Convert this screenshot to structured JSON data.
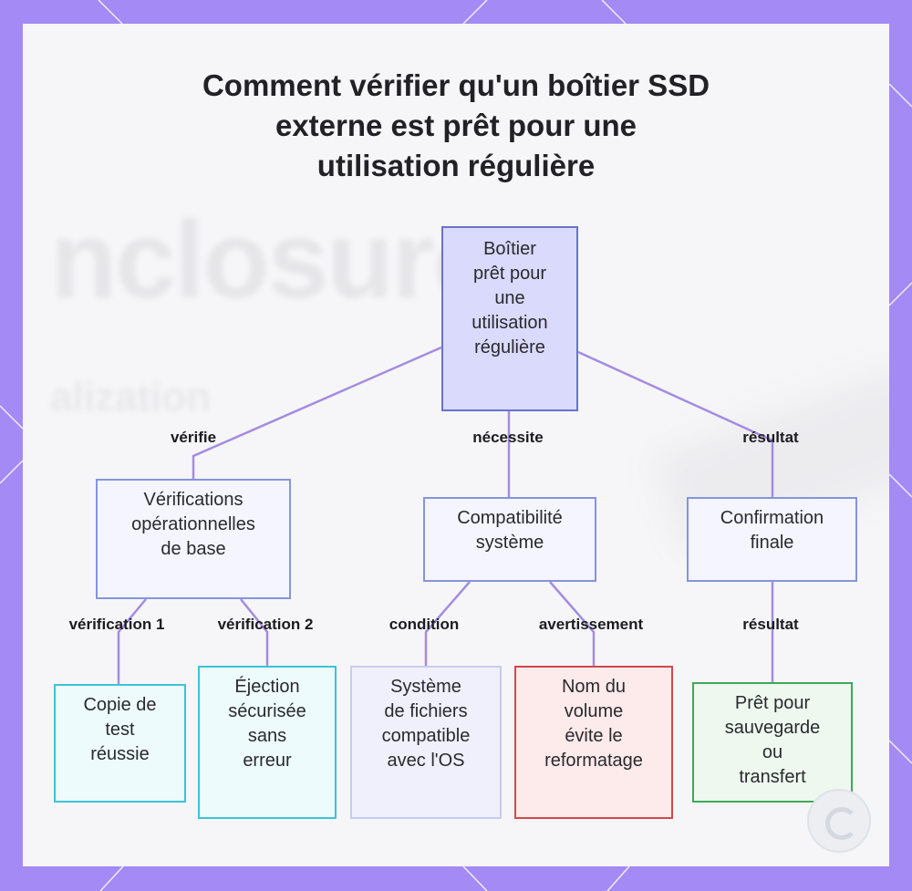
{
  "title": {
    "line1": "Comment vérifier qu'un boîtier SSD",
    "line2": "externe est prêt pour une",
    "line3": "utilisation régulière"
  },
  "background": {
    "word": "nclosure",
    "word2": "alization"
  },
  "nodes": {
    "root": {
      "lines": [
        "Boîtier",
        "prêt pour",
        "une",
        "utilisation",
        "régulière"
      ]
    },
    "verif_base": {
      "lines": [
        "Vérifications",
        "opérationnelles",
        "de base"
      ]
    },
    "compat": {
      "lines": [
        "Compatibilité",
        "système"
      ]
    },
    "confirm": {
      "lines": [
        "Confirmation",
        "finale"
      ]
    },
    "copie": {
      "lines": [
        "Copie de",
        "test",
        "réussie"
      ]
    },
    "ejection": {
      "lines": [
        "Éjection",
        "sécurisée",
        "sans",
        "erreur"
      ]
    },
    "fichiers": {
      "lines": [
        "Système",
        "de fichiers",
        "compatible",
        "avec l'OS"
      ]
    },
    "volume": {
      "lines": [
        "Nom du",
        "volume",
        "évite le",
        "reformatage"
      ]
    },
    "pret": {
      "lines": [
        "Prêt pour",
        "sauvegarde",
        "ou",
        "transfert"
      ]
    }
  },
  "edge_labels": {
    "verifie": "vérifie",
    "necessite": "nécessite",
    "resultat1": "résultat",
    "verification1": "vérification 1",
    "verification2": "vérification 2",
    "condition": "condition",
    "avertissement": "avertissement",
    "resultat2": "résultat"
  },
  "colors": {
    "frame": "#a38af4",
    "edge": "#a38ce0",
    "root_fill": "#d9dafc",
    "root_border": "#6a72cc",
    "mid_border": "#8594dc",
    "cyan_border": "#3bc3d9",
    "red_border": "#d0484e",
    "green_border": "#3da85a"
  }
}
